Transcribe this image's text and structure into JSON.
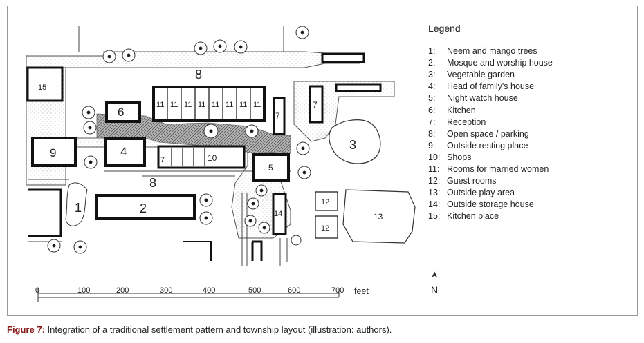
{
  "legend": {
    "title": "Legend",
    "items": [
      {
        "num": "1:",
        "text": "Neem and mango trees"
      },
      {
        "num": "2:",
        "text": "Mosque and worship house"
      },
      {
        "num": "3:",
        "text": "Vegetable garden"
      },
      {
        "num": "4:",
        "text": "Head of family's house"
      },
      {
        "num": "5:",
        "text": "Night watch house"
      },
      {
        "num": "6:",
        "text": "Kitchen"
      },
      {
        "num": "7:",
        "text": "Reception"
      },
      {
        "num": "8:",
        "text": "Open space / parking"
      },
      {
        "num": "9:",
        "text": "Outside resting place"
      },
      {
        "num": "10:",
        "text": "Shops"
      },
      {
        "num": "11:",
        "text": "Rooms for married women"
      },
      {
        "num": "12:",
        "text": "Guest rooms"
      },
      {
        "num": "13:",
        "text": "Outside play area"
      },
      {
        "num": "14:",
        "text": "Outside storage house"
      },
      {
        "num": "15:",
        "text": "Kitchen place"
      }
    ]
  },
  "plan_labels": {
    "l1": "1",
    "l2": "2",
    "l3": "3",
    "l4": "4",
    "l5": "5",
    "l6": "6",
    "l7": "7",
    "l8": "8",
    "l9": "9",
    "l10": "10",
    "l11": "11",
    "l12": "12",
    "l13": "13",
    "l14": "14",
    "l15": "15"
  },
  "scale": {
    "ticks": [
      "0",
      "100",
      "200",
      "300",
      "400",
      "500",
      "600",
      "700"
    ],
    "unit": "feet"
  },
  "north": {
    "arrow": "➤",
    "label": "N"
  },
  "caption": {
    "label": "Figure 7:",
    "text": " Integration of a traditional settlement pattern and township layout (illustration: authors)."
  },
  "colors": {
    "line": "#1a1a1a",
    "hatch": "#8c8c8c",
    "frame": "#9a9a9a",
    "caption_label": "#8a1c1c"
  }
}
